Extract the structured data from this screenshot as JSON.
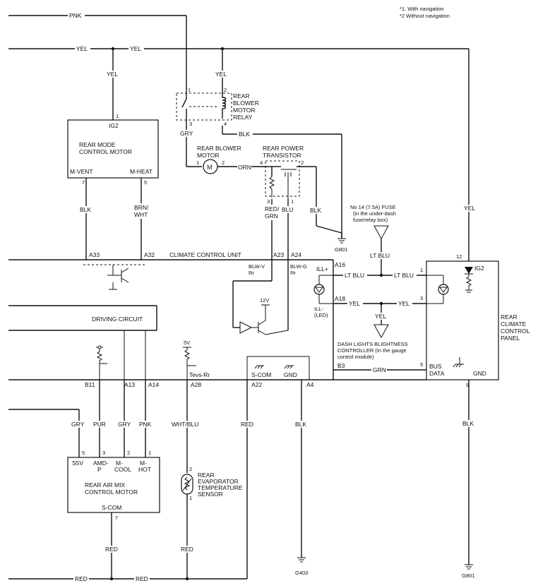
{
  "notes": [
    "*1. With navigation",
    "*2  Without navigation"
  ],
  "wires": {
    "pnk_top": "PNK",
    "yel_top_a": "YEL",
    "yel_top_b": "YEL",
    "yel_mode": "YEL",
    "yel_relay": "YEL",
    "gry_relay": "GRY",
    "blk_relay": "BLK",
    "orn_motor": "ORN",
    "blk_mode": "BLK",
    "brn_wht": [
      "BRN/",
      "WHT"
    ],
    "red_grn": [
      "RED/",
      "GRN"
    ],
    "blu": "BLU",
    "blk_transistor": "BLK",
    "lt_blu_fuse": "LT BLU",
    "lt_blu_a": "LT BLU",
    "lt_blu_b": "LT BLU",
    "yel_right": "YEL",
    "yel_ill_a": "YEL",
    "yel_ill_b": "YEL",
    "yel_down": "YEL",
    "grn_bus": "GRN",
    "blk_panel": "BLK",
    "gry_s5v": "GRY",
    "pur": "PUR",
    "gry_cool": "GRY",
    "pnk_hot": "PNK",
    "wht_blu": "WHT/BLU",
    "red_scom": "RED",
    "blk_gnd": "BLK",
    "red_airmix": "RED",
    "red_sensor": "RED",
    "red_bottom_a": "RED",
    "red_bottom_b": "RED"
  },
  "relay": {
    "name": [
      "REAR",
      "BLOWER",
      "MOTOR",
      "RELAY"
    ],
    "pins": [
      "1",
      "2",
      "3",
      "4"
    ]
  },
  "mode_motor": {
    "name": [
      "REAR MODE",
      "CONTROL MOTOR"
    ],
    "ig2": "IG2",
    "pin_ig2": "1",
    "mvent": "M-VENT",
    "mheat": "M-HEAT",
    "pin_vent": "7",
    "pin_heat": "5"
  },
  "blower_motor": {
    "name": [
      "REAR BLOWER",
      "MOTOR"
    ],
    "pin_a": "1",
    "pin_b": "2",
    "symbol": "M"
  },
  "transistor": {
    "name": [
      "REAR POWER",
      "TRANSISTOR"
    ],
    "pins": [
      "4",
      "2",
      "3",
      "1"
    ]
  },
  "fuse": {
    "label": [
      "No 14 (7.5A) FUSE",
      "(in the under-dash",
      "fuse/relay box)"
    ]
  },
  "grounds": {
    "g801_top": "G801",
    "g403": "G403",
    "g801_bottom": "G801"
  },
  "unit": {
    "name": "CLIMATE CONTROL UNIT",
    "pins_top": [
      "A33",
      "A32",
      "A23",
      "A24",
      "A16",
      "A18"
    ],
    "blwv": [
      "BLW-V",
      "Rr"
    ],
    "blwg": [
      "BLW-G",
      "Rr"
    ],
    "illp": "ILL+",
    "illm": [
      "ILL-",
      "(LED)"
    ],
    "v12": "12V",
    "driving": "DRIVING CIRCUIT",
    "v5": "5V",
    "tevs": "Tevs-Rr",
    "scom": "S-COM",
    "gnd": "GND",
    "b3": "B3",
    "pins_bottom": [
      "B11",
      "A13",
      "A14",
      "A28",
      "A22",
      "A4"
    ]
  },
  "dash_ctrl": [
    "DASH LIGHTS BLIGHTNESS",
    "CONTROLLER (In the gauge",
    "control module)"
  ],
  "panel": {
    "name": [
      "REAR",
      "CLIMATE",
      "CONTROL",
      "PANEL"
    ],
    "ig2": "IG2",
    "pin12": "12",
    "pin1": "1",
    "pin3": "3",
    "pin5": "5",
    "pin9": "9",
    "bus": [
      "BUS",
      "DATA"
    ],
    "gnd": "GND"
  },
  "airmix": {
    "name": [
      "REAR AIR MIX",
      "CONTROL MOTOR"
    ],
    "pins": [
      "5",
      "3",
      "2",
      "1"
    ],
    "s5v": "S5V",
    "amdp": [
      "AMD-",
      "P"
    ],
    "mcool": [
      "M-",
      "COOL"
    ],
    "mhot": [
      "M-",
      "HOT"
    ],
    "scom": "S-COM",
    "pin7": "7"
  },
  "sensor": {
    "name": [
      "REAR",
      "EVAPORATOR",
      "TEMPERATURE",
      "SENSOR"
    ],
    "pin_a": "2",
    "pin_b": "1"
  }
}
